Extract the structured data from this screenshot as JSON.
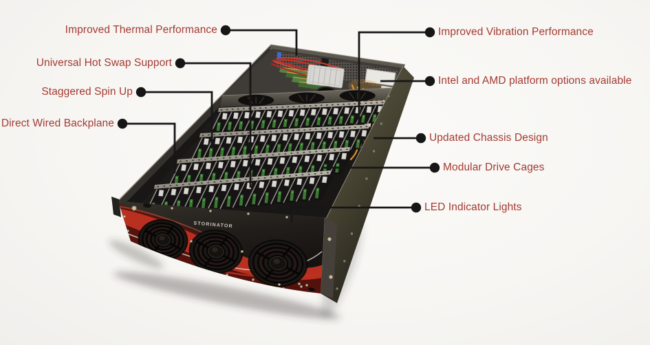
{
  "figure": {
    "description": "Storinator open-top storage server chassis, angled product photo with feature callouts",
    "logo": "STORINATOR"
  },
  "callouts": {
    "left": [
      {
        "label": "Improved Thermal Performance"
      },
      {
        "label": "Universal Hot Swap Support"
      },
      {
        "label": "Staggered Spin Up"
      },
      {
        "label": "Direct Wired Backplane"
      }
    ],
    "right": [
      {
        "label": "Improved Vibration Performance"
      },
      {
        "label": "Intel and AMD platform options available"
      },
      {
        "label": "Updated Chassis Design"
      },
      {
        "label": "Modular Drive Cages"
      },
      {
        "label": "LED Indicator Lights"
      }
    ]
  },
  "style": {
    "label_color": "#a43a31",
    "connector_color": "#171616",
    "accent_red": "#b93020",
    "background": "#f7f6f4"
  }
}
